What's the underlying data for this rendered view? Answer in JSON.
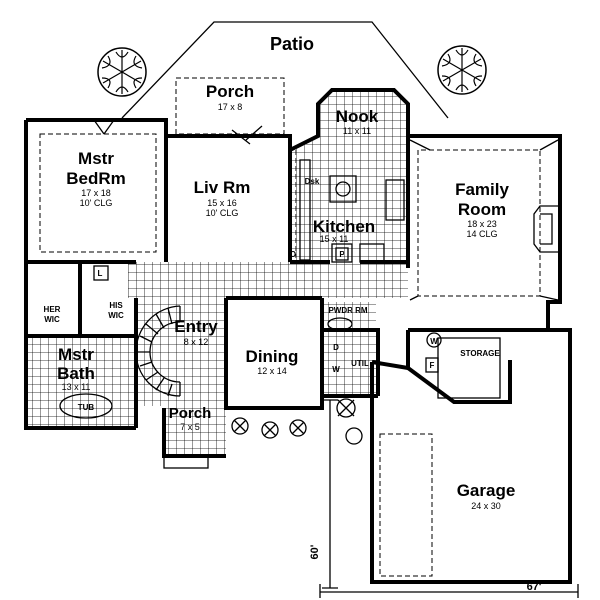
{
  "rooms": {
    "patio": {
      "name": "Patio"
    },
    "porch_rear": {
      "name": "Porch",
      "size": "17 x 8"
    },
    "nook": {
      "name": "Nook",
      "size": "11 x 11"
    },
    "mstr_bed": {
      "name_line1": "Mstr",
      "name_line2": "BedRm",
      "size": "17 x 18",
      "ceiling": "10' CLG"
    },
    "liv_rm": {
      "name": "Liv Rm",
      "size": "15 x 16",
      "ceiling": "10' CLG"
    },
    "kitchen": {
      "name": "Kitchen",
      "size": "15 x 11"
    },
    "family": {
      "name_line1": "Family",
      "name_line2": "Room",
      "size": "18 x 23",
      "ceiling": "14 CLG"
    },
    "her_wic": {
      "line1": "HER",
      "line2": "WIC"
    },
    "his_wic": {
      "line1": "HIS",
      "line2": "WIC"
    },
    "entry": {
      "name": "Entry",
      "size": "8 x 12"
    },
    "dining": {
      "name": "Dining",
      "size": "12 x 14"
    },
    "mstr_bath": {
      "name_line1": "Mstr",
      "name_line2": "Bath",
      "size": "13 x 11"
    },
    "porch_front": {
      "name": "Porch",
      "size": "7 x 5"
    },
    "garage": {
      "name": "Garage",
      "size": "24 x 30"
    },
    "storage": {
      "name": "STORAGE"
    },
    "pwdr_rm": {
      "name": "PWDR RM"
    },
    "util": {
      "name": "UTIL"
    }
  },
  "fixtures": {
    "tub": "TUB",
    "dsk": "Dsk",
    "linen": "L",
    "pantry": "P",
    "oven": "O",
    "washer": "W",
    "dryer": "D",
    "fridge_w": "W",
    "furnace": "F"
  },
  "dimensions": {
    "depth": "60'",
    "width": "67'"
  }
}
